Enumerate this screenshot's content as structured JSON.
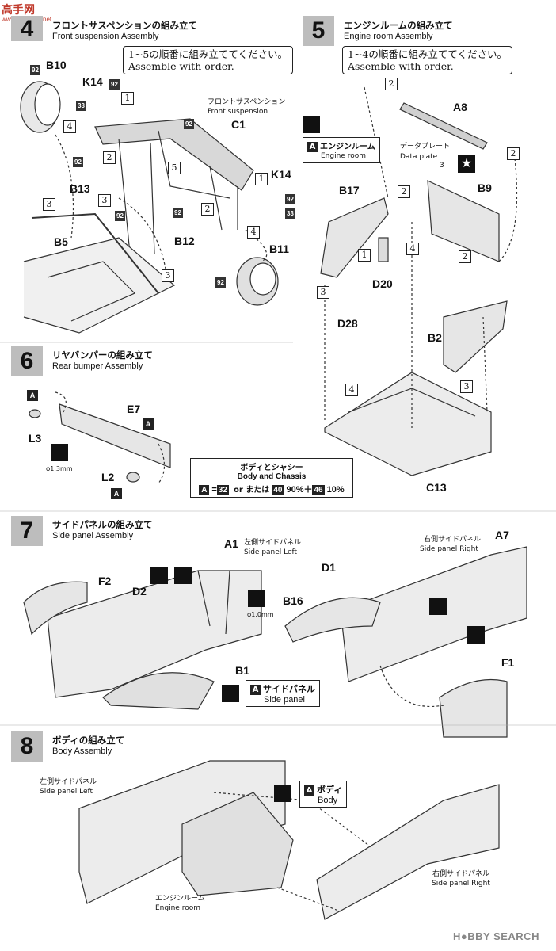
{
  "watermark_top": {
    "text": "高手网",
    "url": "www.gaoshou.net"
  },
  "watermark_bottom": "H●BBY SEARCH",
  "steps": [
    {
      "num": "4",
      "jp": "フロントサスペンションの組み立て",
      "en": "Front suspension Assembly",
      "note_jp": "1~5の順番に組み立ててください。",
      "note_en": "Assemble with order."
    },
    {
      "num": "5",
      "jp": "エンジンルームの組み立て",
      "en": "Engine room  Assembly",
      "note_jp": "1~4の順番に組み立ててください。",
      "note_en": "Assemble with order."
    },
    {
      "num": "6",
      "jp": "リヤバンパーの組み立て",
      "en": "Rear bumper Assembly"
    },
    {
      "num": "7",
      "jp": "サイドパネルの組み立て",
      "en": "Side panel Assembly"
    },
    {
      "num": "8",
      "jp": "ボディの組み立て",
      "en": "Body Assembly"
    }
  ],
  "step4": {
    "parts": {
      "b10": "B10",
      "k14a": "K14",
      "c1": "C1",
      "k14b": "K14",
      "b13": "B13",
      "b5": "B5",
      "b12": "B12",
      "b11": "B11"
    },
    "sub_jp": "フロントサスペンション",
    "sub_en": "Front suspension",
    "paint": "92",
    "paint2": "33"
  },
  "step5": {
    "parts": {
      "a8": "A8",
      "b17": "B17",
      "b9": "B9",
      "d20": "D20",
      "d28": "D28",
      "b2": "B2",
      "c13": "C13"
    },
    "data_jp": "データプレート",
    "data_en": "Data plate",
    "data_num": "3",
    "paint_letter": "A",
    "paint_jp": "エンジンルーム",
    "paint_en": "Engine room"
  },
  "step6": {
    "parts": {
      "e7": "E7",
      "l3": "L3",
      "l2": "L2"
    },
    "drill": "φ1.3mm",
    "letter": "A",
    "body_jp": "ボディとシャシー",
    "body_en": "Body and Chassis",
    "formula": {
      "letter": "A",
      "eq": "=",
      "c1": "32",
      "or": "or または",
      "c2": "40",
      "p2": "90%＋",
      "c3": "46",
      "p3": "10%"
    }
  },
  "step7": {
    "parts": {
      "a1": "A1",
      "f2": "F2",
      "d2": "D2",
      "b1": "B1",
      "d1": "D1",
      "b16": "B16",
      "a7": "A7",
      "f1": "F1"
    },
    "left_jp": "左側サイドパネル",
    "left_en": "Side panel Left",
    "right_jp": "右側サイドパネル",
    "right_en": "Side panel Right",
    "drill": "φ1.0mm",
    "paint_letter": "A",
    "paint_jp": "サイドパネル",
    "paint_en": "Side panel"
  },
  "step8": {
    "left_jp": "左側サイドパネル",
    "left_en": "Side panel Left",
    "right_jp": "右側サイドパネル",
    "right_en": "Side panel Right",
    "engine_jp": "エンジンルーム",
    "engine_en": "Engine room",
    "paint_letter": "A",
    "paint_jp": "ボディ",
    "paint_en": "Body"
  },
  "order_nums": {
    "n1": "1",
    "n2": "2",
    "n3": "3",
    "n4": "4",
    "n5": "5"
  }
}
